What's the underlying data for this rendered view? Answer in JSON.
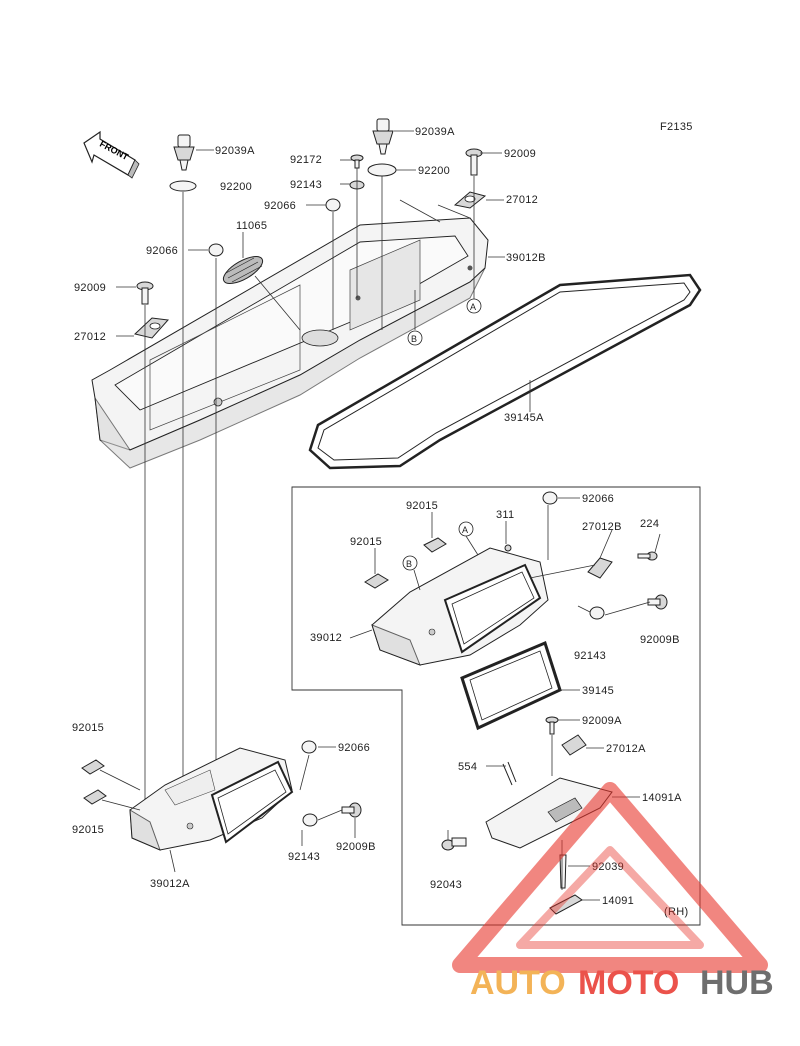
{
  "figure_code": "F2135",
  "front_label": "FRONT",
  "callout_a": "A",
  "callout_b": "B",
  "rh_note": "(RH)",
  "labels": {
    "p92039A_1": "92039A",
    "p92039A_2": "92039A",
    "p92200_1": "92200",
    "p92200_2": "92200",
    "p92172": "92172",
    "p92143_1": "92143",
    "p92009_1": "92009",
    "p27012_1": "27012",
    "p92066_1": "92066",
    "p11065": "11065",
    "p92066_2": "92066",
    "p39012B": "39012B",
    "p92009_2": "92009",
    "p27012_2": "27012",
    "p39145A": "39145A",
    "p92015_1": "92015",
    "p92066_3": "92066",
    "p311": "311",
    "p27012B": "27012B",
    "p224": "224",
    "p92015_2": "92015",
    "p39012": "39012",
    "p92143_2": "92143",
    "p92009B_1": "92009B",
    "p39145": "39145",
    "p92009A": "92009A",
    "p27012A": "27012A",
    "p554": "554",
    "p14091A": "14091A",
    "p92043": "92043",
    "p92039": "92039",
    "p14091": "14091",
    "p92015_3": "92015",
    "p92066_4": "92066",
    "p92015_4": "92015",
    "p92143_3": "92143",
    "p92009B_2": "92009B",
    "p39012A": "39012A"
  },
  "watermark": {
    "part1": "AUTO",
    "part2": "MOTO",
    "part3": "HUB"
  },
  "colors": {
    "watermark_red": "#e8352c",
    "watermark_orange": "#f2a63a",
    "watermark_grey": "#555555"
  }
}
